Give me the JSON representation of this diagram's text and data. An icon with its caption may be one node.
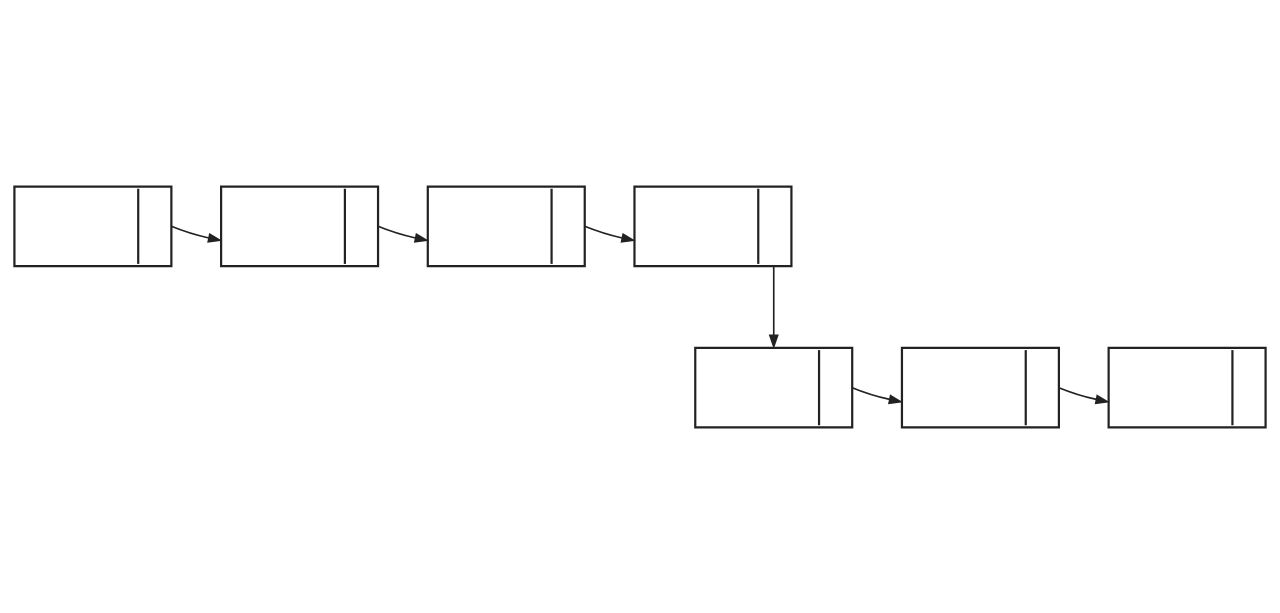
{
  "diagram": {
    "nodes": [
      {
        "text": [],
        "shape": "box"
      },
      {
        "text": [],
        "shape": "box"
      },
      {
        "text": [],
        "shape": "box"
      },
      {
        "text": [],
        "shape": "box"
      },
      {
        "text": [],
        "shape": "box"
      },
      {
        "text": [],
        "shape": "box"
      },
      {
        "text": [],
        "shape": "box"
      }
    ],
    "edges": [
      {
        "from": 0,
        "to": 1,
        "arrow": "to"
      },
      {
        "from": 1,
        "to": 2,
        "arrow": "to"
      },
      {
        "from": 2,
        "to": 3,
        "arrow": "to"
      },
      {
        "from": 3,
        "to": 4,
        "arrow": "to"
      },
      {
        "from": 4,
        "to": 5,
        "arrow": "to"
      },
      {
        "from": 5,
        "to": 6,
        "arrow": "to"
      }
    ]
  }
}
